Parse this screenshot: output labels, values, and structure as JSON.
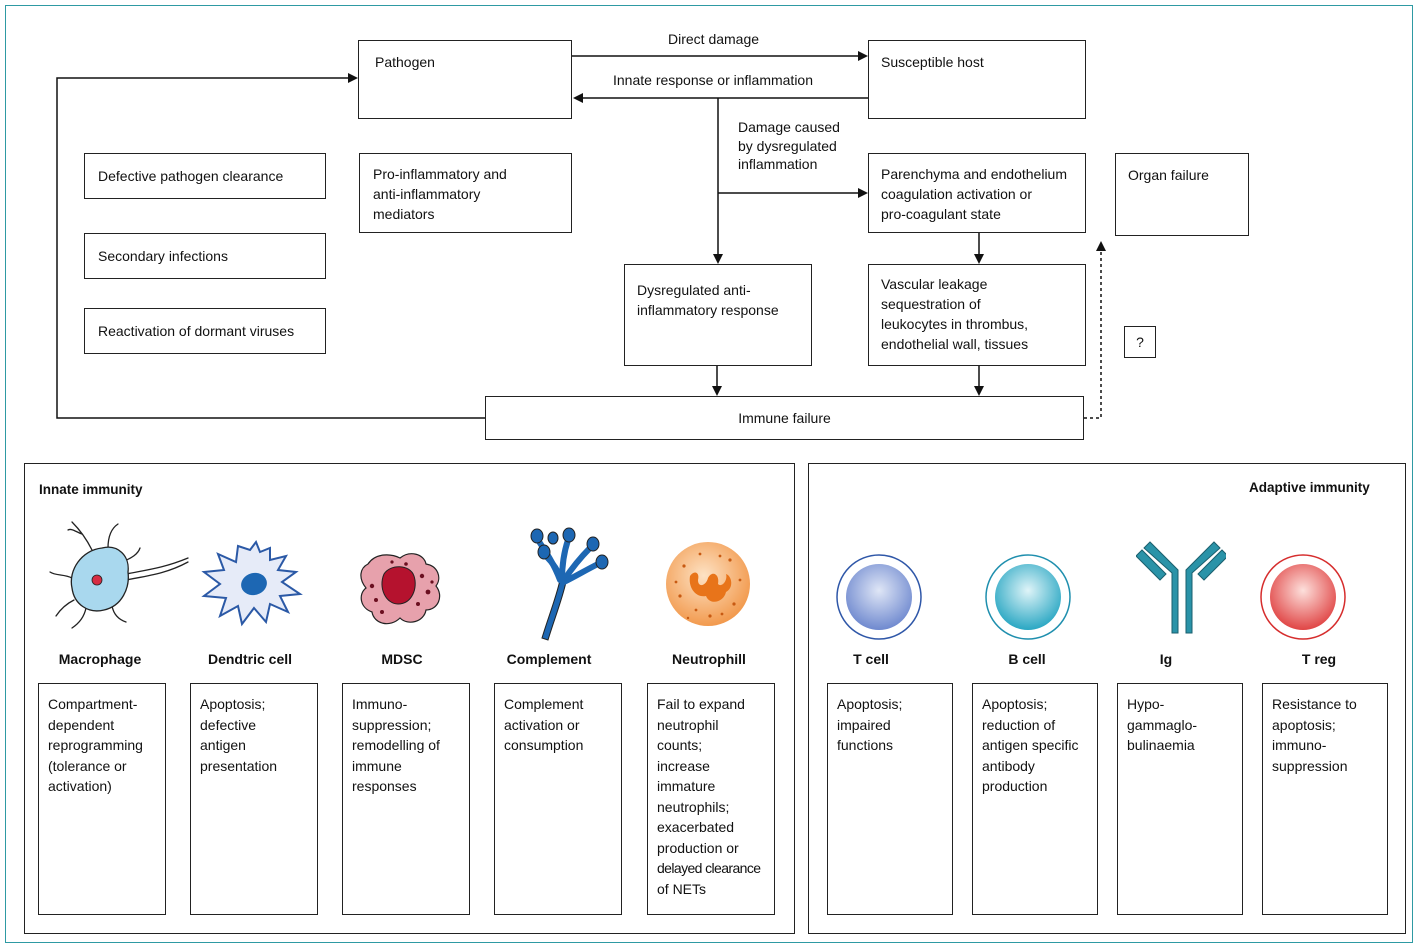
{
  "flow": {
    "pathogen": "Pathogen",
    "host": "Susceptible host",
    "direct_damage": "Direct damage",
    "innate_response": "Innate response or inflammation",
    "damage_dysregulated": [
      "Damage caused",
      "by dysregulated",
      "inflammation"
    ],
    "defective_clearance": "Defective pathogen clearance",
    "secondary_infections": "Secondary infections",
    "reactivation": "Reactivation of dormant viruses",
    "mediators": [
      "Pro-inflammatory  and",
      "anti-inflammatory",
      "mediators"
    ],
    "parenchyma": [
      "Parenchyma and endothelium",
      "coagulation activation or",
      "pro-coagulant state"
    ],
    "organ_failure": "Organ failure",
    "dysregulated_anti": [
      "Dysregulated anti-",
      "inflammatory response"
    ],
    "vascular": [
      "Vascular leakage",
      "sequestration of",
      "leukocytes in thrombus,",
      "endothelial wall, tissues"
    ],
    "question": "?",
    "immune_failure": "Immune failure"
  },
  "innate": {
    "title": "Innate immunity",
    "cells": [
      {
        "name": "Macrophage",
        "icon": "macrophage-icon",
        "text": [
          "Compartment-",
          "dependent",
          "reprogramming",
          "(tolerance or",
          "activation)"
        ]
      },
      {
        "name": "Dendtric cell",
        "icon": "dendritic-cell-icon",
        "text": [
          "Apoptosis;",
          "defective",
          "antigen",
          "presentation"
        ]
      },
      {
        "name": "MDSC",
        "icon": "mdsc-icon",
        "text": [
          "Immuno-",
          "suppression;",
          "remodelling of",
          "immune",
          "responses"
        ]
      },
      {
        "name": "Complement",
        "icon": "complement-icon",
        "text": [
          "Complement",
          "activation or",
          "consumption"
        ]
      },
      {
        "name": "Neutrophill",
        "icon": "neutrophil-icon",
        "text": [
          "Fail to expand",
          "neutrophil",
          "counts;",
          "increase",
          "immature",
          "neutrophils;",
          "exacerbated",
          "production or",
          "delayed clearance",
          "of NETs"
        ]
      }
    ]
  },
  "adaptive": {
    "title": "Adaptive immunity",
    "cells": [
      {
        "name": "T cell",
        "icon": "t-cell-icon",
        "text": [
          "Apoptosis;",
          "impaired",
          "functions"
        ]
      },
      {
        "name": "B cell",
        "icon": "b-cell-icon",
        "text": [
          "Apoptosis;",
          "reduction of",
          "antigen specific",
          "antibody",
          "production"
        ]
      },
      {
        "name": "Ig",
        "icon": "immunoglobulin-icon",
        "text": [
          "Hypo-",
          "gammaglo-",
          "bulinaemia"
        ]
      },
      {
        "name": "T reg",
        "icon": "t-reg-icon",
        "text": [
          "Resistance to",
          "apoptosis;",
          "immuno-",
          "suppression"
        ]
      }
    ]
  },
  "colors": {
    "frame": "#2e9aa3",
    "macrophage": "#a9d8ee",
    "mdsc": "#e7a1ac",
    "complement": "#1d67b3",
    "neutrophil": "#f29a4e",
    "t_cell": "#6f89cf",
    "b_cell": "#2aa7c3",
    "ig": "#2a93a8",
    "t_reg": "#e04545"
  }
}
